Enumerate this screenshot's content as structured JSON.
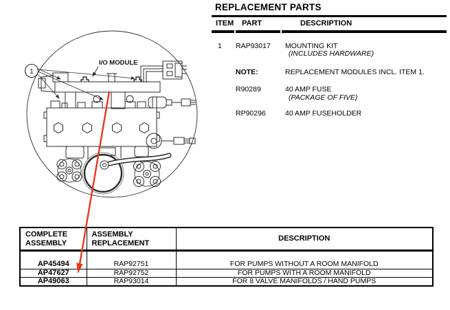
{
  "replacement_parts": {
    "title": "REPLACEMENT PARTS",
    "columns": {
      "item": "ITEM",
      "part": "PART",
      "description": "DESCRIPTION"
    },
    "rows": [
      {
        "item": "1",
        "part": "RAP93017",
        "description": "MOUNTING KIT",
        "description_note": "(INCLUDES HARDWARE)"
      },
      {
        "item": "",
        "part": "NOTE:",
        "description": "REPLACEMENT MODULES INCL. ITEM 1.",
        "description_note": ""
      },
      {
        "item": "",
        "part": "R90289",
        "description": "40 AMP FUSE",
        "description_note": "(PACKAGE OF FIVE)"
      },
      {
        "item": "",
        "part": "RP90296",
        "description": "40 AMP FUSEHOLDER",
        "description_note": ""
      }
    ]
  },
  "diagram": {
    "balloon_label": "1",
    "module_label": "I/O MODULE",
    "arrow_color": "#e03a1e",
    "line_color": "#2b2b2b"
  },
  "assembly_table": {
    "columns": {
      "complete": "COMPLETE ASSEMBLY",
      "replacement": "ASSEMBLY REPLACEMENT",
      "description": "DESCRIPTION"
    },
    "rows": [
      {
        "complete": "AP45494",
        "replacement": "RAP92751",
        "description": "FOR PUMPS WITHOUT A ROOM MANIFOLD"
      },
      {
        "complete": "AP47627",
        "replacement": "RAP92752",
        "description": "FOR PUMPS WITH A ROOM MANIFOLD"
      },
      {
        "complete": "AP49063",
        "replacement": "RAP93014",
        "description": "FOR 8 VALVE MANIFOLDS / HAND PUMPS"
      }
    ]
  }
}
